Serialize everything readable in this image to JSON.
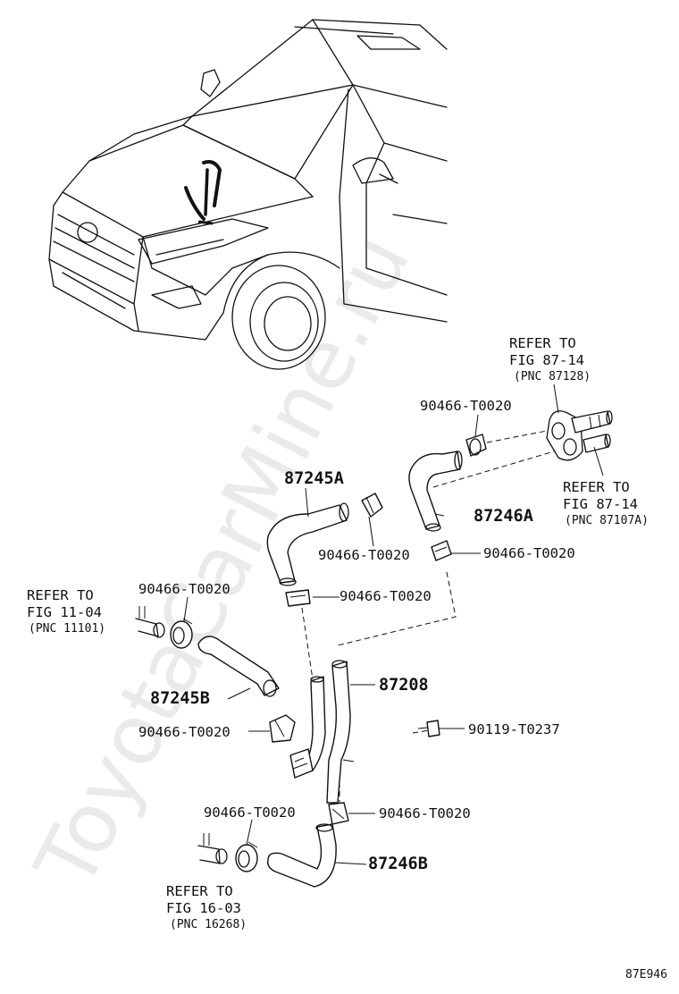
{
  "watermark": "ToyotaCarMine.ru",
  "figure_code": "87E946",
  "labels": {
    "refer_87128": [
      "REFER TO",
      "FIG 87-14",
      "(PNC 87128)"
    ],
    "refer_87107a": [
      "REFER TO",
      "FIG 87-14",
      "(PNC 87107A)"
    ],
    "refer_11101": [
      "REFER TO",
      "FIG 11-04",
      "(PNC 11101)"
    ],
    "refer_16268": [
      "REFER TO",
      "FIG 16-03",
      "(PNC 16268)"
    ],
    "clip_top": "90466-T0020",
    "hose_87245a": "87245A",
    "hose_87246a": "87246A",
    "clip_mid_a": "90466-T0020",
    "clip_mid_b": "90466-T0020",
    "clip_mid_c": "90466-T0020",
    "clip_left_top": "90466-T0020",
    "hose_87245b": "87245B",
    "pipe_87208": "87208",
    "clip_left_bottom": "90466-T0020",
    "bolt_90119": "90119-T0237",
    "clip_low_a": "90466-T0020",
    "clip_low_b": "90466-T0020",
    "hose_87246b": "87246B"
  }
}
